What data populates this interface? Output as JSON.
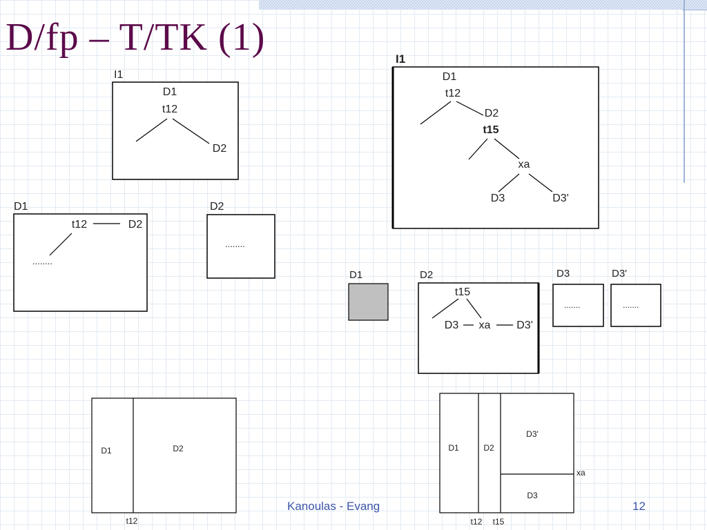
{
  "slide": {
    "title": "D/fp – T/TK (1)",
    "footer": "Kanoulas - Evang",
    "page_number": "12"
  },
  "colors": {
    "title": "#5c0a4a",
    "footer": "#3b54a8",
    "grid": "#dde7f2",
    "filled_node": "#c0c0c0"
  },
  "left": {
    "i1_box": {
      "label": "I1",
      "root": "D1",
      "edge": "t12",
      "child": "D2"
    },
    "d1_box": {
      "label": "D1",
      "edge": "t12",
      "child": "D2",
      "dots": "........"
    },
    "d2_box": {
      "label": "D2",
      "dots": "........"
    },
    "partition": {
      "left_label": "D1",
      "right_label": "D2",
      "cut_label": "t12"
    }
  },
  "right": {
    "i1_box": {
      "label": "I1",
      "root": "D1",
      "edge1": "t12",
      "child1": "D2",
      "edge2": "t15",
      "child2": "xa",
      "leaf1": "D3",
      "leaf2": "D3'"
    },
    "d1_box": {
      "label": "D1"
    },
    "d2_box": {
      "label": "D2",
      "edge": "t15",
      "left": "D3",
      "mid": "xa",
      "right": "D3'"
    },
    "d3_box": {
      "label": "D3",
      "dots": "......."
    },
    "d3p_box": {
      "label": "D3'",
      "dots": "......."
    },
    "partition": {
      "col1": "D1",
      "col2": "D2",
      "top_right": "D3'",
      "bottom_right": "D3",
      "side_label": "xa",
      "cut1": "t12",
      "cut2": "t15"
    }
  }
}
